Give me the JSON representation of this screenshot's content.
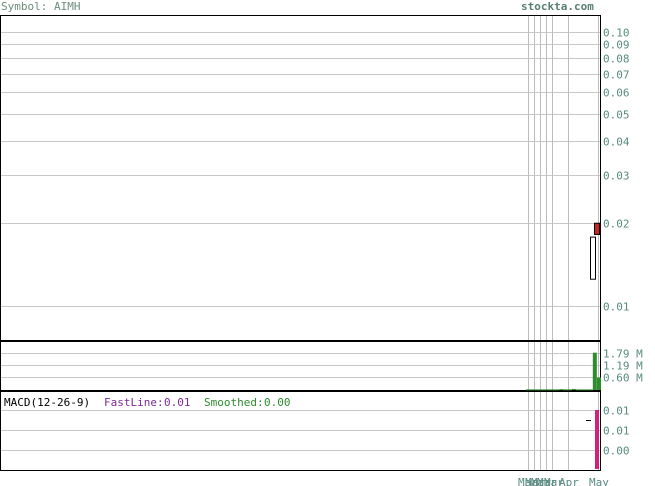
{
  "header": {
    "symbol_label": "Symbol: AIMH",
    "site": "stockta.com"
  },
  "macd": {
    "title": "MACD(12-26-9)",
    "fast_label": "FastLine:",
    "fast_value": "0.01",
    "smooth_label": "Smoothed:",
    "smooth_value": "0.00",
    "colors": {
      "title": "#000000",
      "fast": "#7b2b96",
      "smooth": "#2e8b2e"
    }
  },
  "chart_data": [
    {
      "type": "line",
      "panel": "price",
      "scale": "log",
      "ylim": [
        0.0075,
        0.115
      ],
      "y_ticks": [
        "0.10",
        "0.09",
        "0.08",
        "0.07",
        "0.06",
        "0.05",
        "0.04",
        "0.03",
        "0.02",
        "0.01"
      ],
      "candles": [
        {
          "open": 0.0125,
          "close": 0.0178,
          "high": 0.0178,
          "low": 0.0125,
          "direction": "up",
          "color": "#ffffff"
        },
        {
          "open": 0.02,
          "close": 0.0182,
          "high": 0.02,
          "low": 0.0182,
          "direction": "down",
          "color": "#cc2222"
        }
      ]
    },
    {
      "type": "bar",
      "panel": "volume",
      "y_ticks": [
        "1.79 M",
        "1.19 M",
        "0.60 M"
      ],
      "ylim": [
        0,
        2.35
      ],
      "values_millions": [
        0.03,
        0.03,
        0.03,
        0.03,
        0.03,
        0.03,
        0.03,
        0.03,
        0.04,
        0.03,
        0.03,
        0.05,
        0.03,
        0.03,
        0.03,
        0.03,
        1.79,
        0.6
      ],
      "color": "#2e8b2e"
    },
    {
      "type": "bar",
      "panel": "macd",
      "y_ticks": [
        "0.01",
        "0.01",
        "0.00"
      ],
      "histogram": [
        0.011
      ],
      "histogram_color": "#d4207a"
    },
    {
      "type": "line",
      "panel": "x-axis",
      "x_ticks": [
        "Mar",
        "Mar",
        "Mar",
        "Mar",
        "Mar",
        "Apr",
        "May"
      ]
    }
  ]
}
